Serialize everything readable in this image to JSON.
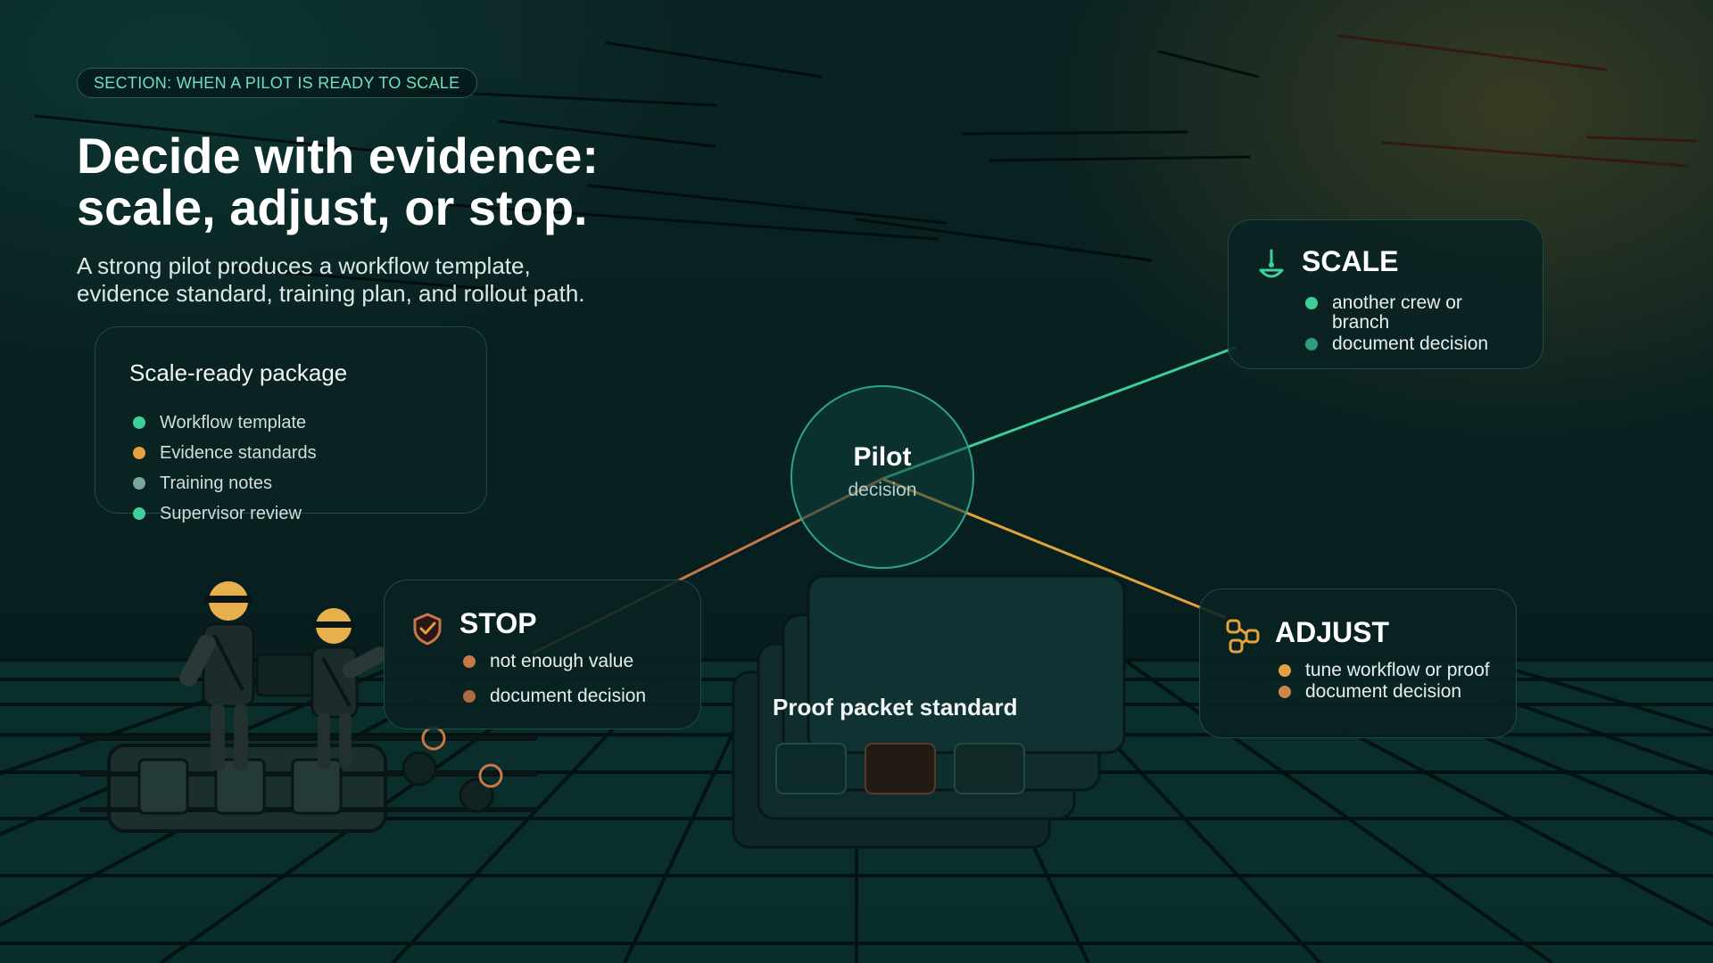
{
  "section_pill": "SECTION: WHEN A PILOT IS READY TO SCALE",
  "headline": {
    "line1": "Decide with evidence:",
    "line2": "scale, adjust, or stop."
  },
  "subtitle": {
    "line1": "A strong pilot produces a workflow template,",
    "line2": "evidence standard, training plan, and rollout path."
  },
  "package": {
    "title": "Scale-ready package",
    "items": [
      {
        "label": "Workflow template",
        "color": "#3fcf9a"
      },
      {
        "label": "Evidence standards",
        "color": "#e3a23c"
      },
      {
        "label": "Training notes",
        "color": "#7aa79c"
      },
      {
        "label": "Supervisor review",
        "color": "#3fcf9a"
      }
    ]
  },
  "pilot": {
    "label": "Pilot",
    "sublabel": "decision"
  },
  "options": {
    "scale": {
      "title": "SCALE",
      "icon": "lamp-icon",
      "accent": "#3fcf9a",
      "items": [
        "another crew or branch",
        "document decision"
      ]
    },
    "stop": {
      "title": "STOP",
      "icon": "shield-check-icon",
      "accent": "#c7774a",
      "items": [
        "not enough value",
        "document decision"
      ]
    },
    "adjust": {
      "title": "ADJUST",
      "icon": "workflow-nodes-icon",
      "accent": "#e3a23c",
      "items": [
        "tune workflow or proof",
        "document decision"
      ]
    }
  },
  "proof_packet": {
    "label": "Proof packet standard"
  },
  "colors": {
    "teal": "#3fcf9a",
    "amber": "#e3a23c",
    "copper": "#c7774a",
    "background": "#082020"
  }
}
